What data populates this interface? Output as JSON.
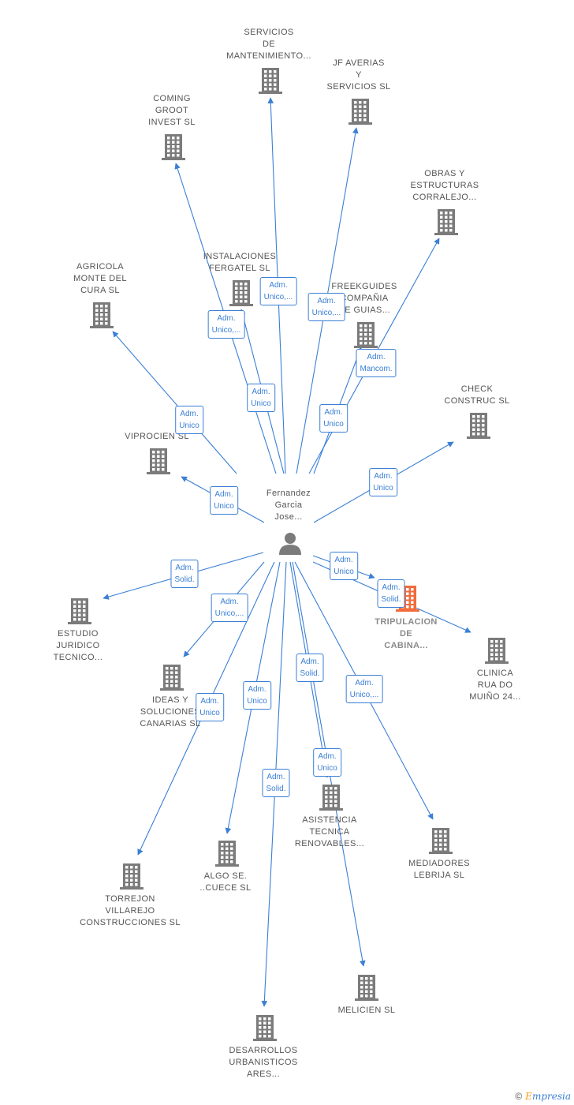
{
  "center": {
    "name": "Fernandez\nGarcia\nJose...",
    "icon": "person-icon"
  },
  "nodes": [
    {
      "id": "servicios",
      "label": "SERVICIOS\nDE\nMANTENIMIENTO..."
    },
    {
      "id": "jf",
      "label": "JF AVERIAS\nY\nSERVICIOS SL"
    },
    {
      "id": "coming",
      "label": "COMING\nGROOT\nINVEST SL"
    },
    {
      "id": "obras",
      "label": "OBRAS Y\nESTRUCTURAS\nCORRALEJO..."
    },
    {
      "id": "instalaciones",
      "label": "INSTALACIONES\nFERGATEL SL"
    },
    {
      "id": "agricola",
      "label": "AGRICOLA\nMONTE DEL\nCURA SL"
    },
    {
      "id": "freekguides",
      "label": "FREEKGUIDES\nCOMPAÑIA\nDE GUIAS..."
    },
    {
      "id": "check",
      "label": "CHECK\nCONSTRUC SL"
    },
    {
      "id": "viprocien",
      "label": "VIPROCIEN SL"
    },
    {
      "id": "estudio",
      "label": "ESTUDIO\nJURIDICO\nTECNICO..."
    },
    {
      "id": "tripulacion",
      "label": "TRIPULACION\nDE\nCABINA...",
      "highlight": true
    },
    {
      "id": "clinica",
      "label": "CLINICA\nRUA DO\nMUIÑO 24..."
    },
    {
      "id": "ideas",
      "label": "IDEAS Y\nSOLUCIONES\nCANARIAS SL"
    },
    {
      "id": "asistencia",
      "label": "ASISTENCIA\nTECNICA\nRENOVABLES..."
    },
    {
      "id": "mediadores",
      "label": "MEDIADORES\nLEBRIJA SL"
    },
    {
      "id": "algo",
      "label": "ALGO SE.\n..CUECE SL"
    },
    {
      "id": "torrejon",
      "label": "TORREJON\nVILLAREJO\nCONSTRUCCIONES SL"
    },
    {
      "id": "melicien",
      "label": "MELICIEN SL"
    },
    {
      "id": "desarrollos",
      "label": "DESARROLLOS\nURBANISTICOS\nARES..."
    }
  ],
  "edges": [
    {
      "label": "Adm.\nUnico,..."
    },
    {
      "label": "Adm.\nUnico,..."
    },
    {
      "label": "Adm.\nUnico,..."
    },
    {
      "label": "Adm.\nMancom."
    },
    {
      "label": "Adm.\nUnico"
    },
    {
      "label": "Adm.\nUnico"
    },
    {
      "label": "Adm.\nUnico"
    },
    {
      "label": "Adm.\nUnico"
    },
    {
      "label": "Adm.\nUnico"
    },
    {
      "label": "Adm.\nSolid."
    },
    {
      "label": "Adm.\nUnico"
    },
    {
      "label": "Adm.\nSolid."
    },
    {
      "label": "Adm.\nUnico,..."
    },
    {
      "label": "Adm.\nSolid."
    },
    {
      "label": "Adm.\nUnico,..."
    },
    {
      "label": "Adm.\nUnico"
    },
    {
      "label": "Adm.\nUnico"
    },
    {
      "label": "Adm.\nUnico"
    },
    {
      "label": "Adm.\nSolid."
    }
  ],
  "colors": {
    "edge": "#3a7fd5",
    "building": "#7b7b7b",
    "highlight": "#f26b3a"
  },
  "footer": {
    "copyright": "©",
    "brand_first": "E",
    "brand_rest": "mpresia"
  }
}
